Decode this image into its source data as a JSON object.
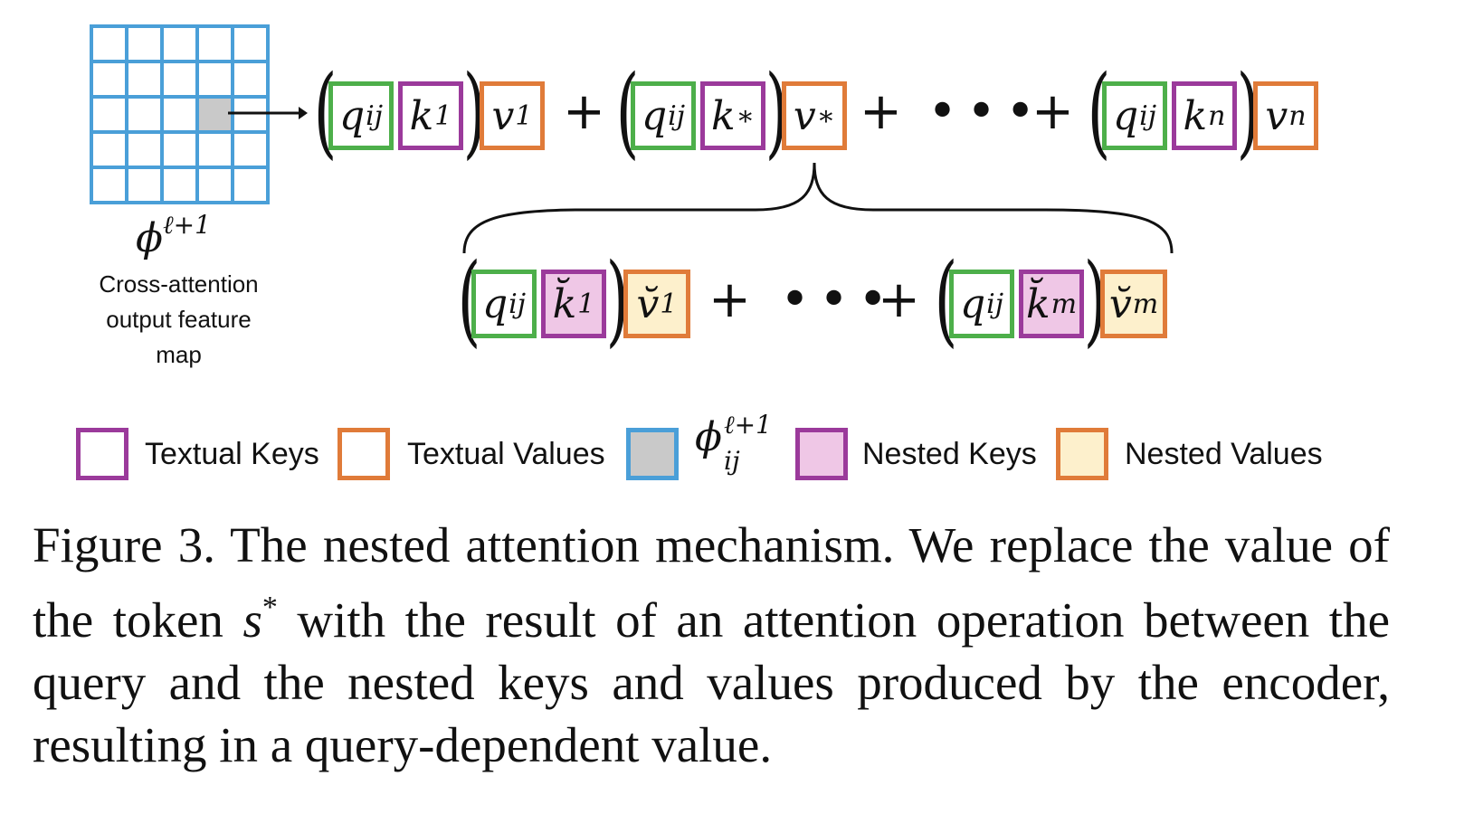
{
  "feature_map": {
    "symbol_base": "ϕ",
    "symbol_sup": "ℓ+1",
    "label_lines": [
      "Cross-attention",
      "output feature",
      "map"
    ]
  },
  "top_row": {
    "terms": [
      {
        "q": "q",
        "q_sub": "ij",
        "k": "k",
        "k_sub": "1",
        "v": "v",
        "v_sub": "1"
      },
      {
        "q": "q",
        "q_sub": "ij",
        "k": "k",
        "k_sub": "∗",
        "v": "v",
        "v_sub": "∗"
      },
      {
        "q": "q",
        "q_sub": "ij",
        "k": "k",
        "k_sub": "n",
        "v": "v",
        "v_sub": "n"
      }
    ],
    "plus": "+",
    "dots": "•••"
  },
  "nested_row": {
    "terms": [
      {
        "q": "q",
        "q_sub": "ij",
        "k": "k̆",
        "k_sub": "1",
        "v": "v̆",
        "v_sub": "1"
      },
      {
        "q": "q",
        "q_sub": "ij",
        "k": "k̆",
        "k_sub": "m",
        "v": "v̆",
        "v_sub": "m"
      }
    ],
    "plus": "+",
    "dots": "•••"
  },
  "legend": [
    {
      "label": "Textual Keys",
      "border": "#9b3a9b",
      "fill": "#ffffff"
    },
    {
      "label": "Textual Values",
      "border": "#e07b39",
      "fill": "#ffffff"
    },
    {
      "symbol_base": "ϕ",
      "symbol_sup": "ℓ+1",
      "symbol_sub": "ij",
      "border": "#4a9fd8",
      "fill": "#c9c9c9"
    },
    {
      "label": "Nested Keys",
      "border": "#9b3a9b",
      "fill": "#efc7e6"
    },
    {
      "label": "Nested Values",
      "border": "#e07b39",
      "fill": "#fdf0cc"
    }
  ],
  "caption": {
    "part1": "Figure 3.  The nested attention mechanism.  We replace the value of the token ",
    "token": "s",
    "token_sup": "*",
    "part2": " with the result of an attention operation between the query and the nested keys and values produced by the encoder, resulting in a query-dependent value."
  }
}
